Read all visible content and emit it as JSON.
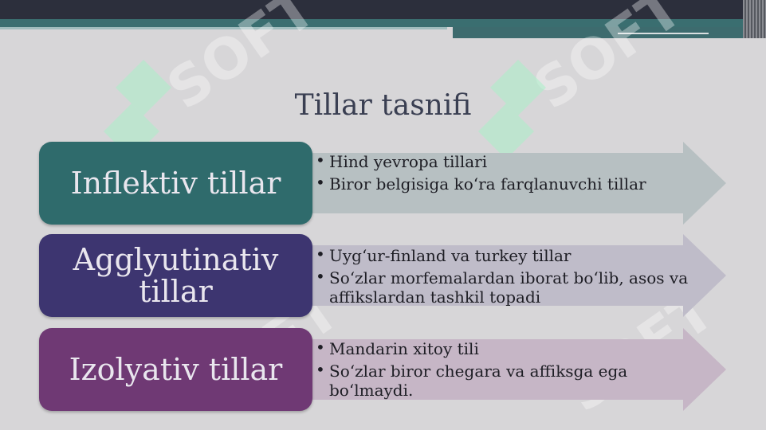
{
  "slide": {
    "title": "Tillar tasnifi",
    "watermark": "SOFT"
  },
  "rows": [
    {
      "label": "Inflektiv tillar",
      "bullets": [
        "Hind yevropa tillari",
        "Biror belgisiga ko‘ra farqlanuvchi tillar"
      ],
      "box_color": "#2f6b6c",
      "arrow_color": "#b7c0c2"
    },
    {
      "label": "Agglyutinativ tillar",
      "bullets": [
        "Uyg‘ur-finland va turkey tillar",
        "So‘zlar morfemalardan iborat bo‘lib, asos va affikslardan tashkil topadi"
      ],
      "box_color": "#3d3570",
      "arrow_color": "#bfbcc9"
    },
    {
      "label": "Izolyativ tillar",
      "bullets": [
        "Mandarin xitoy tili",
        "So‘zlar biror chegara va affiksga ega bo‘lmaydi."
      ],
      "box_color": "#6f3974",
      "arrow_color": "#c6b6c6"
    }
  ]
}
